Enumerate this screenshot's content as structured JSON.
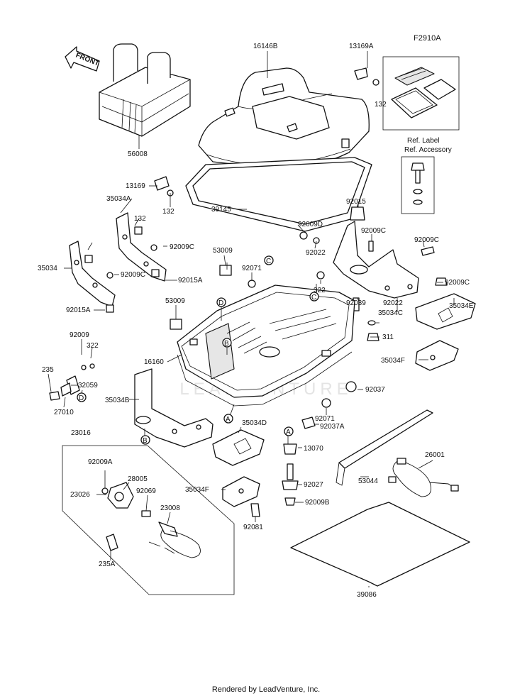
{
  "figure_code": "F2910A",
  "front_arrow": "FRONT",
  "ref_label_line1": "Ref. Label",
  "ref_label_line2": "Ref. Accessory",
  "footer": "Rendered by LeadVenture, Inc.",
  "watermark": "LEADVENTURE",
  "markers": [
    "A",
    "B",
    "C",
    "D"
  ],
  "part_labels": [
    "16146B",
    "13169A",
    "132",
    "56008",
    "13169",
    "35034A",
    "132",
    "39145",
    "132",
    "35034",
    "92009C",
    "92009C",
    "92015A",
    "92015A",
    "53009",
    "92071",
    "53009",
    "92015",
    "92009D",
    "92009C",
    "92022",
    "92009C",
    "322",
    "92009C",
    "35034C",
    "92039",
    "92022",
    "35034E",
    "311",
    "16160",
    "35034F",
    "92009",
    "322",
    "235",
    "32059",
    "27010",
    "35034B",
    "92037",
    "92071",
    "92037A",
    "35034D",
    "13070",
    "23016",
    "92009A",
    "28005",
    "23026",
    "92069",
    "23008",
    "235A",
    "35034F",
    "92081",
    "92027",
    "92009B",
    "53044",
    "26001",
    "39086"
  ]
}
